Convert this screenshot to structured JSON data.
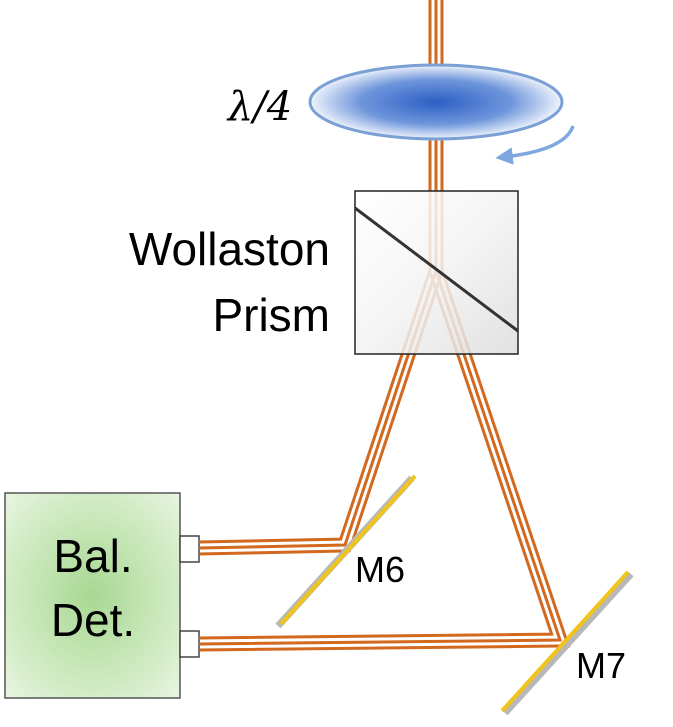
{
  "labels": {
    "waveplate": "λ/4",
    "prism_line1": "Wollaston",
    "prism_line2": "Prism",
    "detector_line1": "Bal.",
    "detector_line2": "Det.",
    "mirror6": "M6",
    "mirror7": "M7"
  },
  "colors": {
    "beam": "#d2691e",
    "mirror": "#f0c419",
    "mirror_back": "#b8b8b8",
    "waveplate_stroke": "#7aa0d6",
    "waveplate_core": "#2c5fc4",
    "rotation_arrow": "#7fa7df",
    "prism_edge": "#222222",
    "prism_diagonal": "#333333",
    "detector_fill": "#b9e0a8",
    "detector_edge": "#555555"
  }
}
